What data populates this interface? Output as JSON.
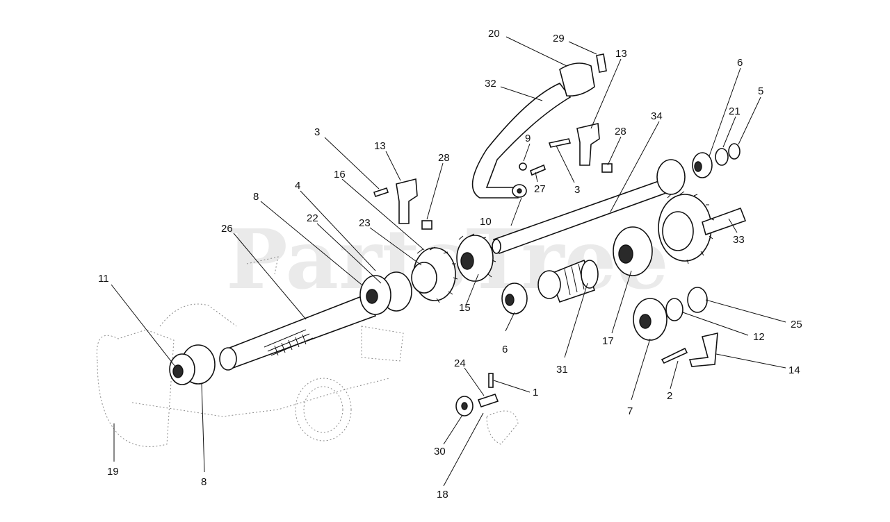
{
  "watermark": "PartsTree",
  "callouts": [
    {
      "id": "c20",
      "label": "20"
    },
    {
      "id": "c29",
      "label": "29"
    },
    {
      "id": "c13a",
      "label": "13"
    },
    {
      "id": "c6a",
      "label": "6"
    },
    {
      "id": "c5",
      "label": "5"
    },
    {
      "id": "c21",
      "label": "21"
    },
    {
      "id": "c32",
      "label": "32"
    },
    {
      "id": "c34",
      "label": "34"
    },
    {
      "id": "c9",
      "label": "9"
    },
    {
      "id": "c28a",
      "label": "28"
    },
    {
      "id": "c3a",
      "label": "3"
    },
    {
      "id": "c13b",
      "label": "13"
    },
    {
      "id": "c28b",
      "label": "28"
    },
    {
      "id": "c16",
      "label": "16"
    },
    {
      "id": "c4",
      "label": "4"
    },
    {
      "id": "c27",
      "label": "27"
    },
    {
      "id": "c3b",
      "label": "3"
    },
    {
      "id": "c8a",
      "label": "8"
    },
    {
      "id": "c22",
      "label": "22"
    },
    {
      "id": "c23",
      "label": "23"
    },
    {
      "id": "c10",
      "label": "10"
    },
    {
      "id": "c33",
      "label": "33"
    },
    {
      "id": "c26",
      "label": "26"
    },
    {
      "id": "c11",
      "label": "11"
    },
    {
      "id": "c15",
      "label": "15"
    },
    {
      "id": "c25",
      "label": "25"
    },
    {
      "id": "c6b",
      "label": "6"
    },
    {
      "id": "c31",
      "label": "31"
    },
    {
      "id": "c17",
      "label": "17"
    },
    {
      "id": "c12",
      "label": "12"
    },
    {
      "id": "c14",
      "label": "14"
    },
    {
      "id": "c24",
      "label": "24"
    },
    {
      "id": "c1",
      "label": "1"
    },
    {
      "id": "c7",
      "label": "7"
    },
    {
      "id": "c2",
      "label": "2"
    },
    {
      "id": "c30",
      "label": "30"
    },
    {
      "id": "c19",
      "label": "19"
    },
    {
      "id": "c8b",
      "label": "8"
    },
    {
      "id": "c18",
      "label": "18"
    }
  ]
}
